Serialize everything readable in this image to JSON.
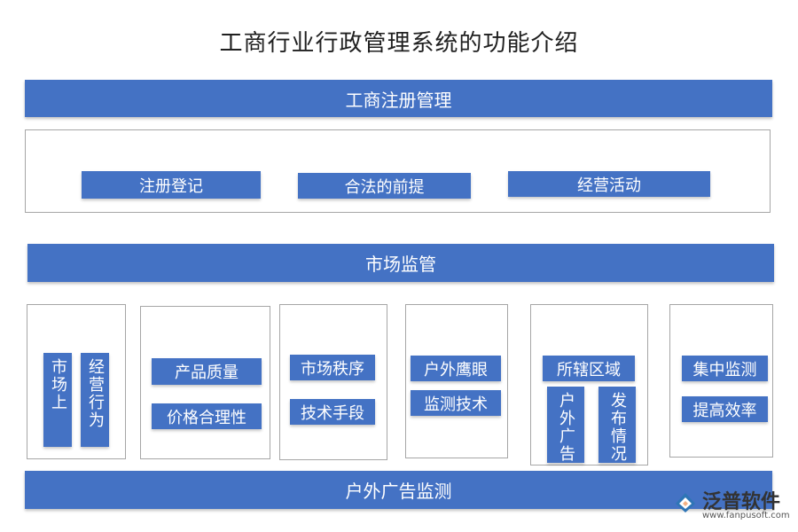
{
  "title": "工商行业行政管理系统的功能介绍",
  "sections": {
    "registration": {
      "header": "工商注册管理",
      "items": [
        "注册登记",
        "合法的前提",
        "经营活动"
      ]
    },
    "market": {
      "header": "市场监管",
      "groups": [
        {
          "items": [
            "市场上",
            "经营行为"
          ]
        },
        {
          "items": [
            "产品质量",
            "价格合理性"
          ]
        },
        {
          "items": [
            "市场秩序",
            "技术手段"
          ]
        },
        {
          "items": [
            "户外鹰眼",
            "监测技术"
          ]
        },
        {
          "items": [
            "所辖区域",
            "户外广告",
            "发布情况"
          ]
        },
        {
          "items": [
            "集中监测",
            "提高效率"
          ]
        }
      ]
    },
    "outdoor": {
      "header": "户外广告监测"
    }
  },
  "logo": {
    "name": "泛普软件",
    "url": "www.fanpusoft.com"
  },
  "colors": {
    "accent": "#4472c4",
    "border": "#a6a6a6"
  }
}
